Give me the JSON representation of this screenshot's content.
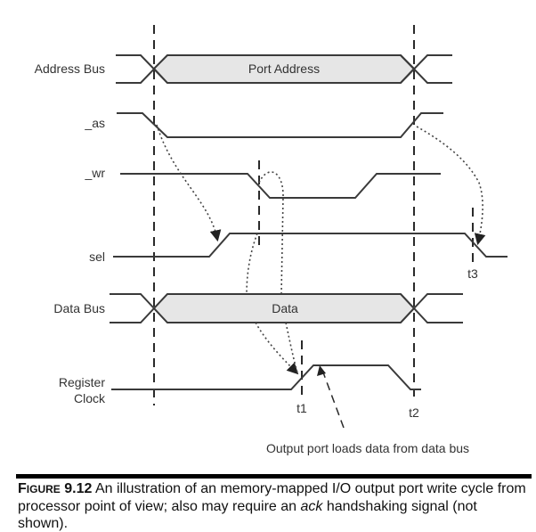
{
  "diagram": {
    "type": "timing-diagram",
    "signals": [
      {
        "name": "Address Bus",
        "kind": "bus",
        "value_label": "Port Address"
      },
      {
        "name": "_as",
        "kind": "signal",
        "transitions": [
          "high",
          "low",
          "high"
        ]
      },
      {
        "name": "_wr",
        "kind": "signal",
        "transitions": [
          "high",
          "low",
          "high"
        ]
      },
      {
        "name": "sel",
        "kind": "signal",
        "transitions": [
          "low",
          "high",
          "low"
        ]
      },
      {
        "name": "Data Bus",
        "kind": "bus",
        "value_label": "Data"
      },
      {
        "name": "Register Clock",
        "kind": "signal",
        "transitions": [
          "low",
          "high",
          "low"
        ]
      }
    ],
    "labels": {
      "address_bus": "Address Bus",
      "as": "_as",
      "wr": "_wr",
      "sel": "sel",
      "data_bus": "Data  Bus",
      "register": "Register",
      "clock": "Clock",
      "port_address": "Port Address",
      "data": "Data",
      "t1": "t1",
      "t2": "t2",
      "t3": "t3",
      "annotation": "Output port loads data from data bus"
    },
    "causal_arrows": [
      {
        "from": "_as falling",
        "to": "sel rising"
      },
      {
        "from": "_wr falling",
        "to": "Register Clock rising"
      },
      {
        "from": "Data Bus valid",
        "to": "Register Clock rising"
      },
      {
        "from": "_as rising",
        "to": "sel falling (t3)"
      }
    ],
    "colors": {
      "bus_fill": "#e6e6e6",
      "line": "#3a3a3a"
    }
  },
  "caption": {
    "figure_label_prefix": "F",
    "figure_label_smallcaps": "IGURE",
    "figure_number": "9.12",
    "text_before_italic": " An illustration of an memory-mapped I/O output port write cycle from processor point of view; also may require an ",
    "italic": "ack",
    "text_after_italic": " handshaking signal (not shown)."
  }
}
